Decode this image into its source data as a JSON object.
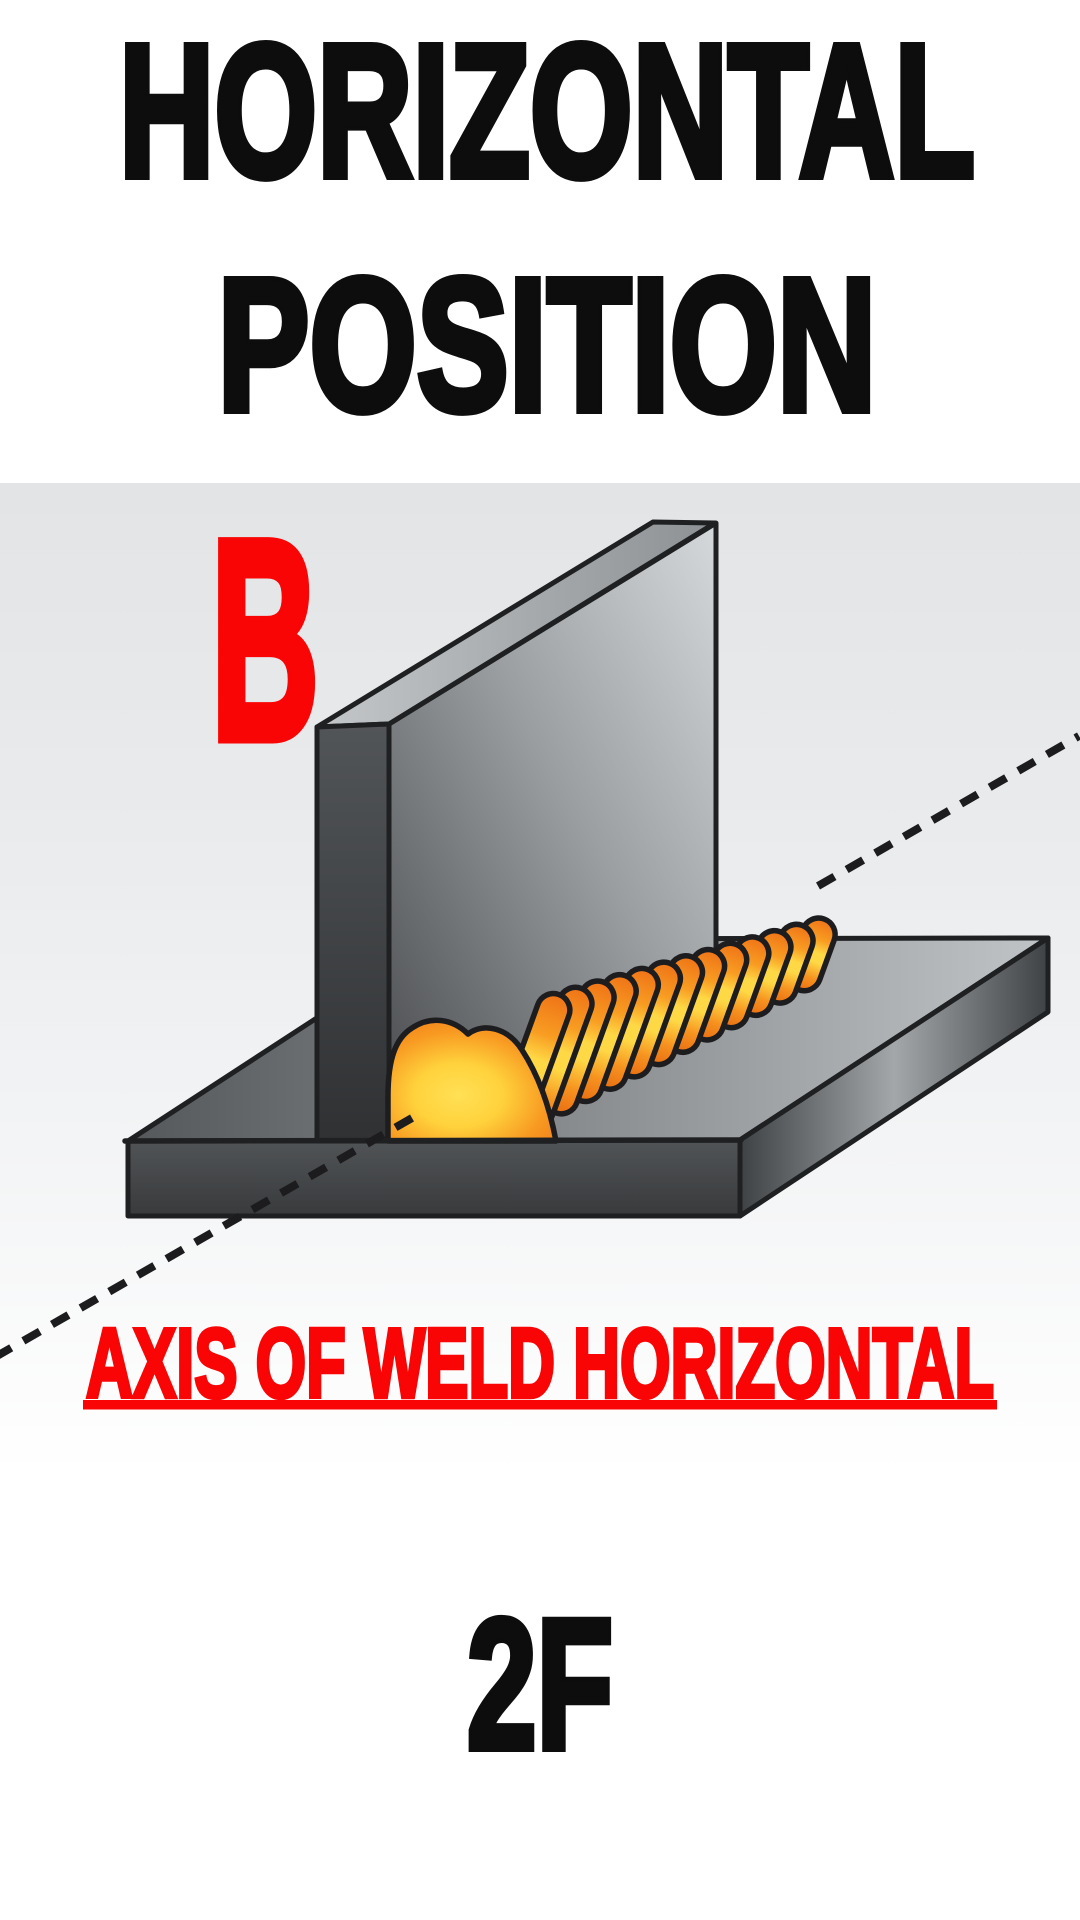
{
  "title": {
    "line1": "HORIZONTAL",
    "line2": "POSITION"
  },
  "diagram": {
    "joint_label": "B",
    "axis_caption": "AXIS OF WELD HORIZONTAL",
    "position_code": "2F"
  },
  "colors": {
    "accent_red": "#F90505",
    "text_black": "#0D0D0D",
    "weld_orange": "#F5821F",
    "weld_yellow": "#FFD845",
    "panel_gray_top": "#E2E4E6",
    "outline_dark": "#1E2022"
  }
}
